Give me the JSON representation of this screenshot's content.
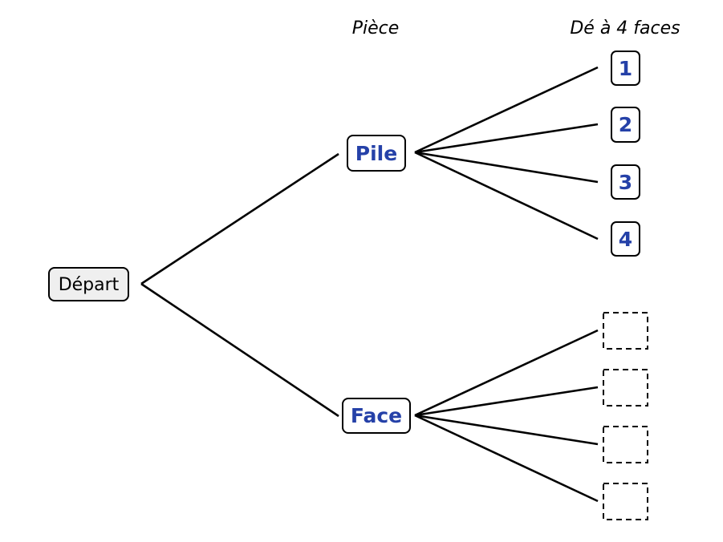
{
  "headers": {
    "level1": "Pièce",
    "level2": "Dé à 4 faces"
  },
  "colors": {
    "node_text": "#2541a8",
    "start_fill": "#efefef"
  },
  "tree": {
    "root": "Départ",
    "branches": [
      {
        "label": "Pile",
        "outcomes": [
          "1",
          "2",
          "3",
          "4"
        ]
      },
      {
        "label": "Face",
        "outcomes": [
          "",
          "",
          "",
          ""
        ]
      }
    ]
  }
}
